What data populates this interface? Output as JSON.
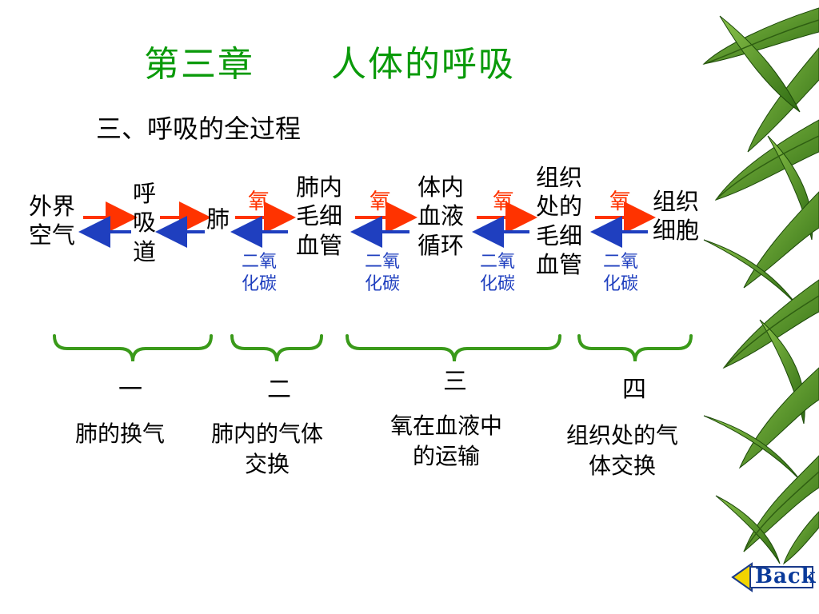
{
  "title": {
    "chapter": "第三章",
    "name": "人体的呼吸"
  },
  "subtitle": "三、呼吸的全过程",
  "nodes": {
    "outside_air": [
      "外界",
      "空气"
    ],
    "respiratory_tract": [
      "呼",
      "吸",
      "道"
    ],
    "lung": "肺",
    "lung_capillaries": [
      "肺内",
      "毛细",
      "血管"
    ],
    "body_circulation": [
      "体内",
      "血液",
      "循环"
    ],
    "tissue_capillaries": [
      "组织",
      "处的",
      "毛细",
      "血管"
    ],
    "tissue_cells": [
      "组织",
      "细胞"
    ]
  },
  "gases": {
    "oxygen": "氧",
    "carbon_dioxide": [
      "二氧",
      "化碳"
    ]
  },
  "stages": [
    {
      "number": "一",
      "desc": [
        "肺的换气"
      ]
    },
    {
      "number": "二",
      "desc": [
        "肺内的气体",
        "交换"
      ]
    },
    {
      "number": "三",
      "desc": [
        "氧在血液中",
        "的运输"
      ]
    },
    {
      "number": "四",
      "desc": [
        "组织处的气",
        "体交换"
      ]
    }
  ],
  "back_button": {
    "label": "Back"
  },
  "colors": {
    "title": "#0a9a0a",
    "oxygen": "#ff3300",
    "carbon_dioxide": "#1f3fbf",
    "brace": "#3a9a1a"
  }
}
